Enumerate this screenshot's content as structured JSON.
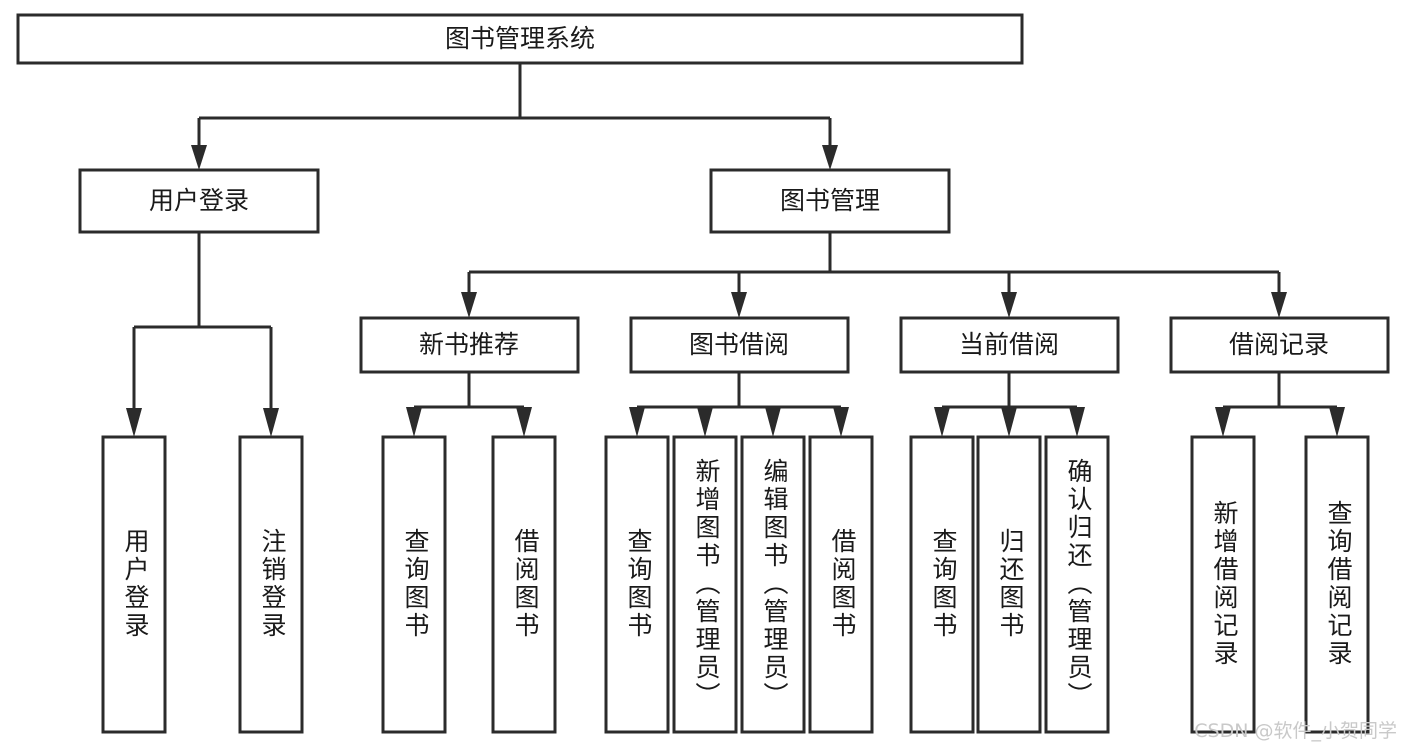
{
  "diagram": {
    "type": "tree-hierarchy",
    "title": "图书管理系统",
    "watermark": "CSDN @软件_小贺同学",
    "colors": {
      "stroke": "#2b2b2b",
      "box_fill": "#ffffff",
      "background": "#ffffff",
      "text": "#1a1a1a",
      "watermark": "#c9c9c9"
    },
    "levels": {
      "root": {
        "label": "图书管理系统"
      },
      "level2": [
        {
          "label": "用户登录"
        },
        {
          "label": "图书管理"
        }
      ],
      "level3": [
        {
          "label": "新书推荐"
        },
        {
          "label": "图书借阅"
        },
        {
          "label": "当前借阅"
        },
        {
          "label": "借阅记录"
        }
      ],
      "leaves": {
        "user_login": [
          {
            "label": "用户登录"
          },
          {
            "label": "注销登录"
          }
        ],
        "new_book_recommend": [
          {
            "label": "查询图书"
          },
          {
            "label": "借阅图书"
          }
        ],
        "book_borrow": [
          {
            "label": "查询图书"
          },
          {
            "label": "新增图书（管理员）"
          },
          {
            "label": "编辑图书（管理员）"
          },
          {
            "label": "借阅图书"
          }
        ],
        "current_borrow": [
          {
            "label": "查询图书"
          },
          {
            "label": "归还图书"
          },
          {
            "label": "确认归还（管理员）"
          }
        ],
        "borrow_record": [
          {
            "label": "新增借阅记录"
          },
          {
            "label": "查询借阅记录"
          }
        ]
      }
    }
  }
}
